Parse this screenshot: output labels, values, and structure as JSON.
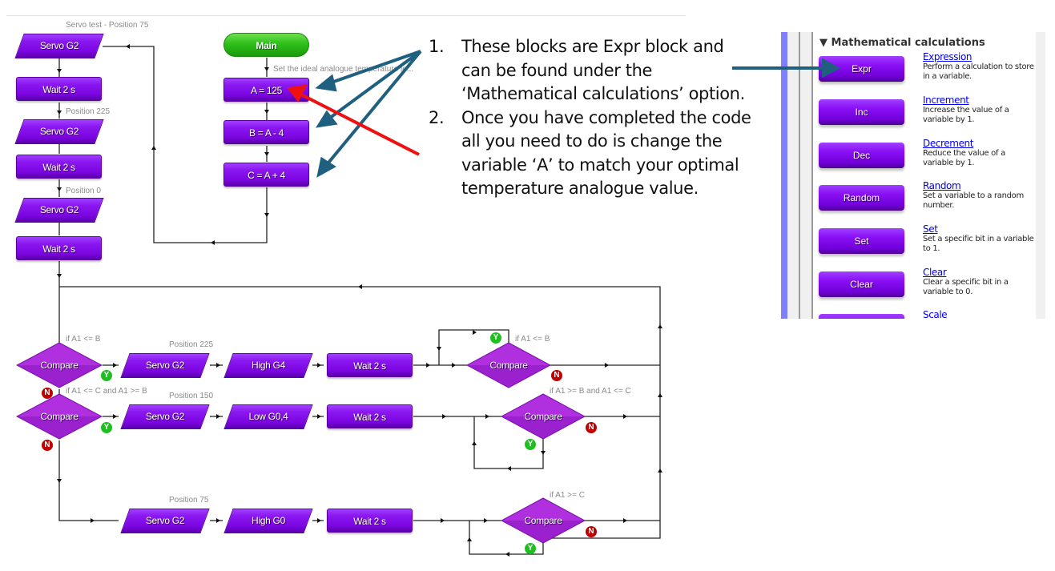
{
  "flowchart": {
    "captions": {
      "servo_test": "Servo test - Position 75",
      "pos225_top": "Position 225",
      "pos0": "Position 0",
      "main_comment": "Set the ideal analogue temperature le...",
      "if1": "if A1 <= B",
      "pos225_row": "Position 225",
      "if2": "if A1 <= C and A1 >= B",
      "pos150": "Position 150",
      "if_loop1": "if A1 <= B",
      "if_loop2": "if A1 >= B and A1 <= C",
      "pos75_row": "Position 75",
      "if_loop3": "if A1 >= C"
    },
    "left_column": [
      "Servo G2",
      "Wait 2 s",
      "Servo G2",
      "Wait 2 s",
      "Servo G2",
      "Wait 2 s"
    ],
    "main": {
      "start": "Main",
      "blocks": [
        "A = 125",
        "B = A - 4",
        "C = A + 4"
      ]
    },
    "row1": {
      "compare": "Compare",
      "blocks": [
        "Servo G2",
        "High G4",
        "Wait 2 s"
      ],
      "loop_compare": "Compare"
    },
    "row2": {
      "compare": "Compare",
      "blocks": [
        "Servo G2",
        "Low G0,4",
        "Wait 2 s"
      ],
      "loop_compare": "Compare"
    },
    "row3": {
      "blocks": [
        "Servo G2",
        "High G0",
        "Wait 2 s"
      ],
      "loop_compare": "Compare"
    },
    "badges": {
      "yes": "Y",
      "no": "N"
    }
  },
  "annotations": [
    {
      "num": "1.",
      "text": "These blocks are Expr block and can be found under the ‘Mathematical calculations’ option."
    },
    {
      "num": "2.",
      "text": "Once you have completed the code all you need to do is change the variable ‘A’ to match your optimal temperature analogue value."
    }
  ],
  "colors": {
    "blue_arrow": "#1f5f7f",
    "red_arrow": "#ee1111",
    "block_purple": "#8000f0",
    "main_green": "#2fc01a"
  },
  "panel": {
    "section_title": "Mathematical calculations",
    "collapse_icon": "triangle-down",
    "items": [
      {
        "button": "Expr",
        "link": "Expression",
        "desc": "Perform a calculation to store in a variable."
      },
      {
        "button": "Inc",
        "link": "Increment",
        "desc": "Increase the value of a variable by 1."
      },
      {
        "button": "Dec",
        "link": "Decrement",
        "desc": "Reduce the value of a variable by 1."
      },
      {
        "button": "Random",
        "link": "Random",
        "desc": "Set a variable to a random number."
      },
      {
        "button": "Set",
        "link": "Set",
        "desc": "Set a specific bit in a variable to 1."
      },
      {
        "button": "Clear",
        "link": "Clear",
        "desc": "Clear a specific bit in a variable to 0."
      },
      {
        "button": "",
        "link": "Scale",
        "desc": ""
      }
    ]
  }
}
